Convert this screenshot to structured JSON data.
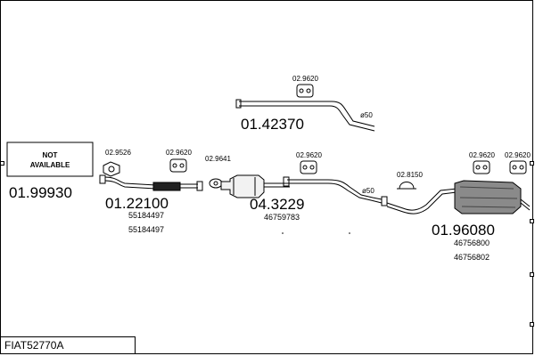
{
  "diagram_code": "FIAT52770A",
  "parts": [
    {
      "id": "p1",
      "number": "01.99930",
      "status": "NOT\nAVAILABLE",
      "status_line1": "NOT",
      "status_line2": "AVAILABLE"
    },
    {
      "id": "p2",
      "number": "01.22100",
      "oem": [
        "55184497",
        "55184497"
      ]
    },
    {
      "id": "p3",
      "number": "04.3229",
      "oem": [
        "46759783"
      ]
    },
    {
      "id": "p4",
      "number": "01.42370",
      "diameter": "ø50"
    },
    {
      "id": "p5",
      "number": "01.96080",
      "oem": [
        "46756800",
        "46756802"
      ]
    }
  ],
  "accessories": [
    {
      "id": "a1",
      "number": "02.9526"
    },
    {
      "id": "a2",
      "number": "02.9620"
    },
    {
      "id": "a3",
      "number": "02.9641"
    },
    {
      "id": "a4",
      "number": "02.9620"
    },
    {
      "id": "a5",
      "number": "02.9620"
    },
    {
      "id": "a6",
      "number": "02.8150"
    },
    {
      "id": "a7",
      "number": "02.9620"
    },
    {
      "id": "a8",
      "number": "02.9620"
    }
  ],
  "diameter_front": "ø50"
}
